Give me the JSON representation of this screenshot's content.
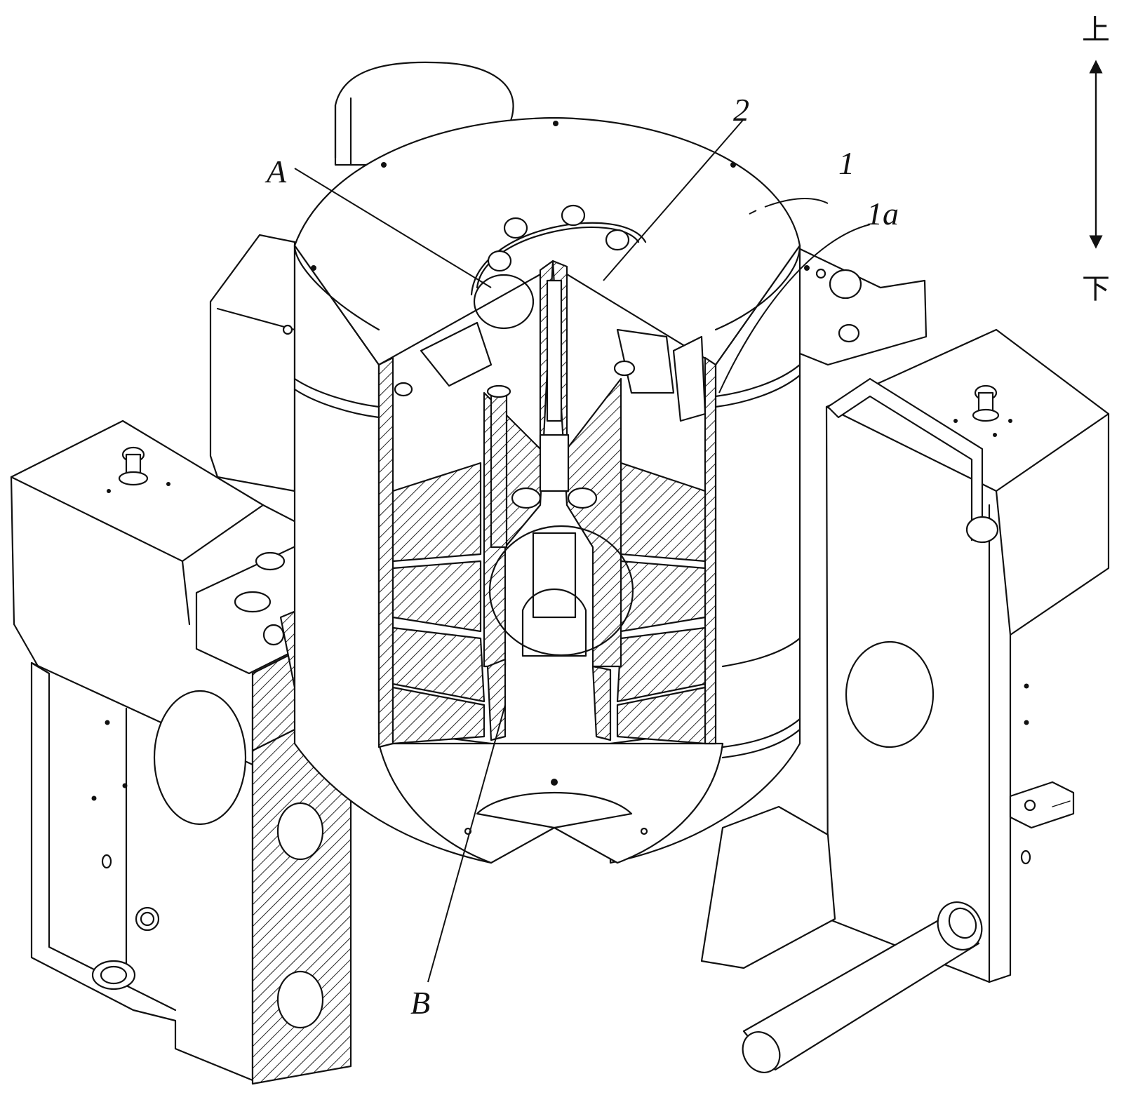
{
  "labels": {
    "label_1": "1",
    "label_1a": "1a",
    "label_2": "2",
    "label_A": "A",
    "label_B": "B"
  },
  "direction": {
    "up": "上",
    "down": "下"
  },
  "colors": {
    "line": "#111111",
    "background": "#ffffff"
  }
}
